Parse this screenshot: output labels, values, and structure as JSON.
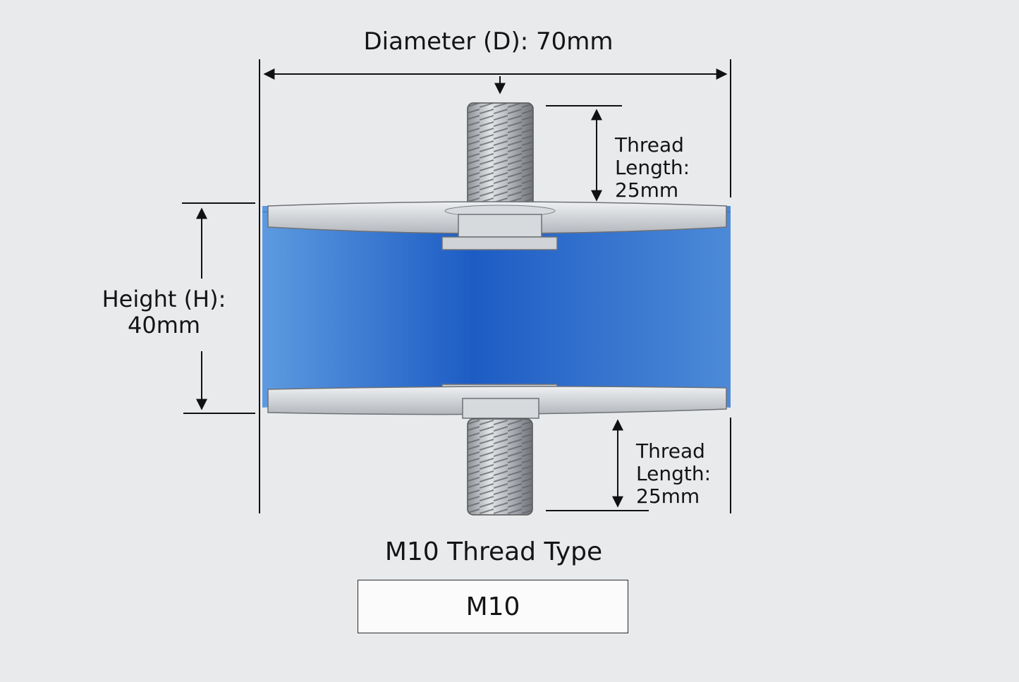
{
  "diagram": {
    "diameter_label": "Diameter (D): 70mm",
    "height_label": [
      "Height (H):",
      "40mm"
    ],
    "top_thread_label": [
      "Thread",
      "Length:",
      "25mm"
    ],
    "bottom_thread_label": [
      "Thread",
      "Length:",
      "25mm"
    ],
    "thread_type_title": "M10 Thread Type",
    "thread_type_value": "M10"
  },
  "colors": {
    "background": "#e9eaec",
    "rubber_body": "#2f6fd0",
    "metal_plate": "#c9cdd2",
    "stud": "#a7abb0",
    "dimension_line": "#111111"
  }
}
